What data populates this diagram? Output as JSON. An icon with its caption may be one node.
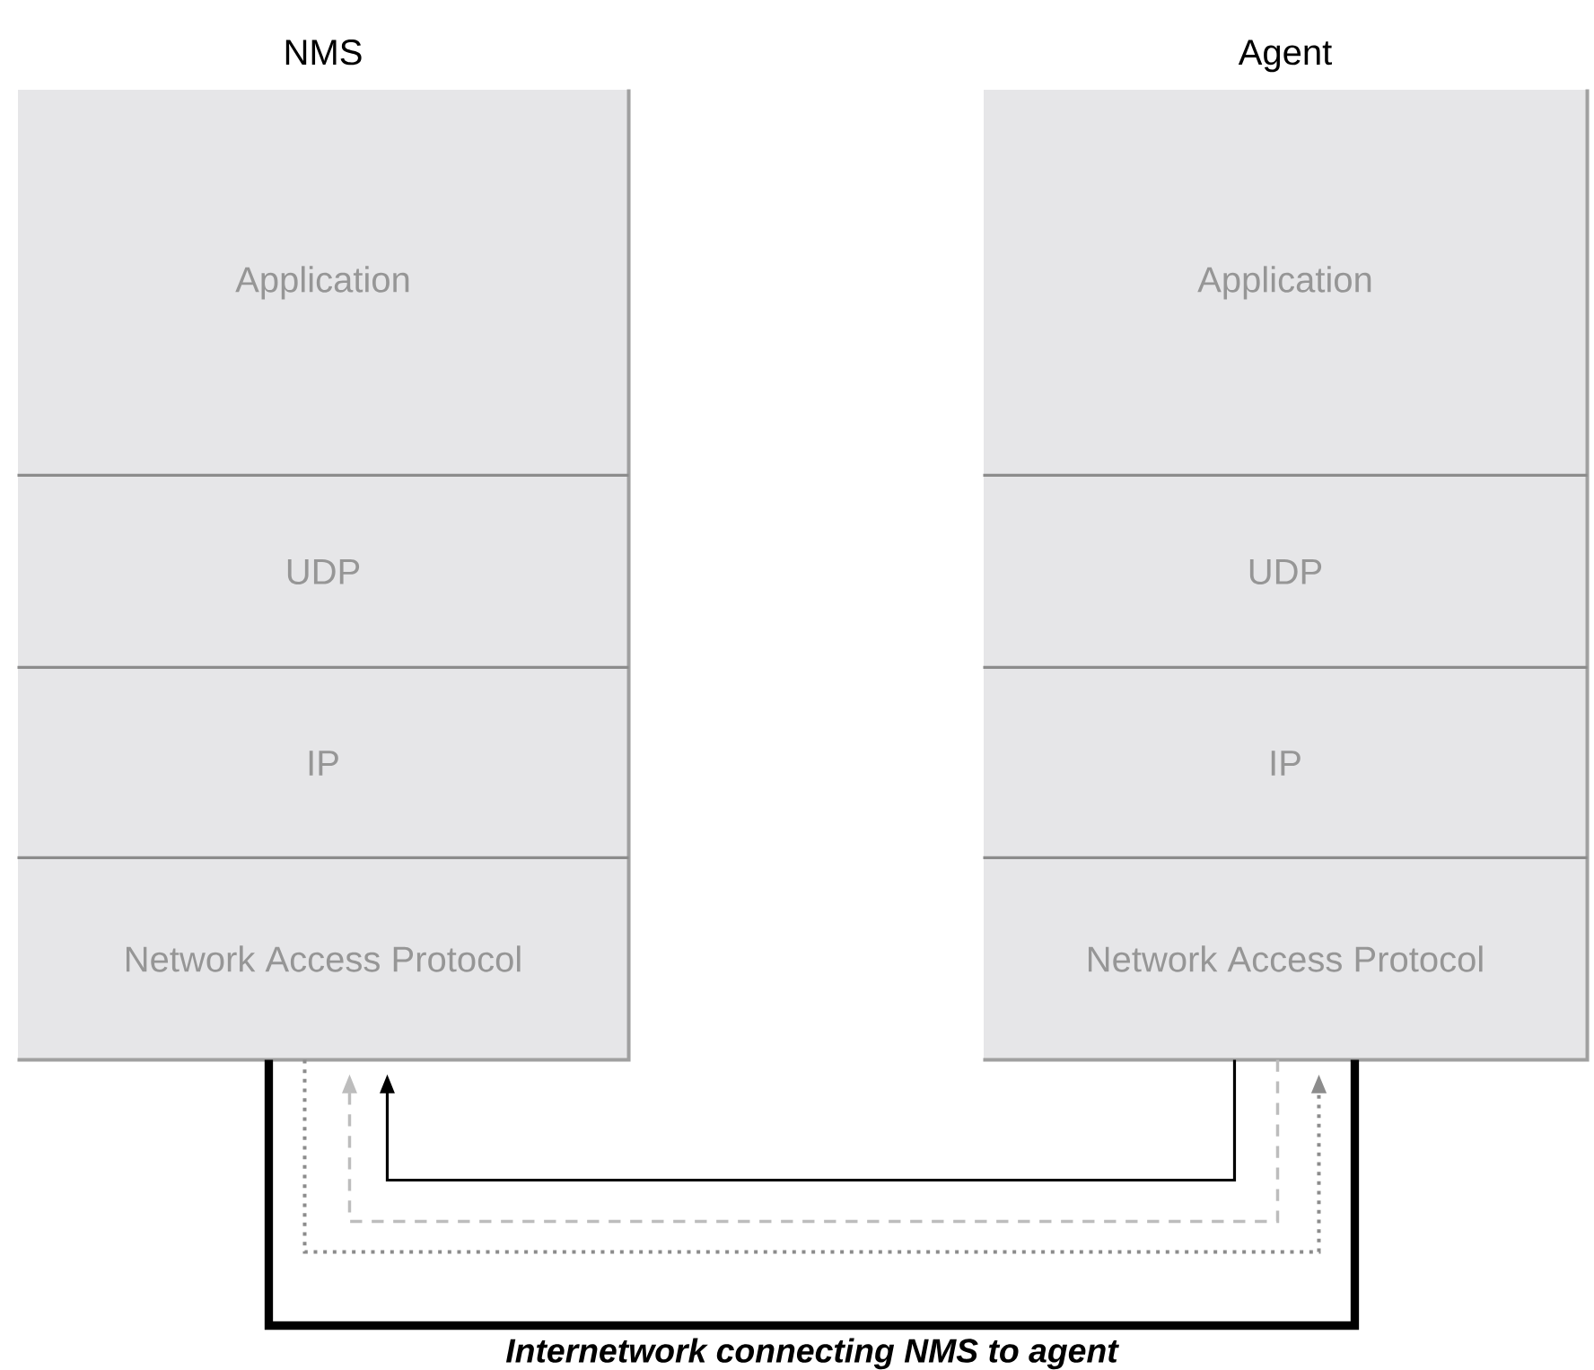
{
  "diagram": {
    "nodes": [
      {
        "text": [
          "NMS"
        ]
      },
      {
        "text": [
          "Application"
        ],
        "in": 0
      },
      {
        "text": [
          "UDP"
        ],
        "in": 0
      },
      {
        "text": [
          "IP"
        ],
        "in": 0
      },
      {
        "text": [
          "Network Access Protocol"
        ],
        "in": 0
      },
      {
        "text": [
          "Agent"
        ]
      },
      {
        "text": [
          "Application"
        ],
        "in": 5
      },
      {
        "text": [
          "UDP"
        ],
        "in": 5
      },
      {
        "text": [
          "IP"
        ],
        "in": 5
      },
      {
        "text": [
          "Network Access Protocol"
        ],
        "in": 5
      }
    ],
    "edges": [
      {
        "from": 4,
        "to": 9,
        "arrow": "none",
        "style": "thick",
        "label": "Internetwork connecting NMS to agent"
      },
      {
        "from": 4,
        "to": 9,
        "arrow": "to",
        "style": "dashed",
        "color": "#8c8c8c"
      },
      {
        "from": 9,
        "to": 4,
        "arrow": "to",
        "style": "dashed",
        "color": "#bdbdbd"
      },
      {
        "from": 9,
        "to": 4,
        "arrow": "to"
      }
    ]
  }
}
